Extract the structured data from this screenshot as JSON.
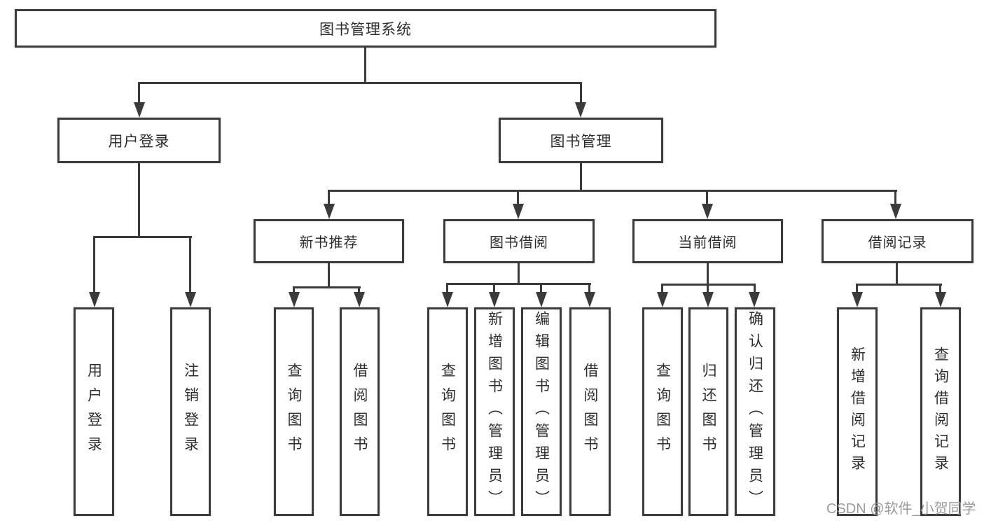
{
  "tree": {
    "label": "图书管理系统",
    "children": [
      {
        "label": "用户登录",
        "children": [
          {
            "label": "用户登录"
          },
          {
            "label": "注销登录"
          }
        ]
      },
      {
        "label": "图书管理",
        "children": [
          {
            "label": "新书推荐",
            "children": [
              {
                "label": "查询图书"
              },
              {
                "label": "借阅图书"
              }
            ]
          },
          {
            "label": "图书借阅",
            "children": [
              {
                "label": "查询图书"
              },
              {
                "label": "新增图书（管理员）"
              },
              {
                "label": "编辑图书（管理员）"
              },
              {
                "label": "借阅图书"
              }
            ]
          },
          {
            "label": "当前借阅",
            "children": [
              {
                "label": "查询图书"
              },
              {
                "label": "归还图书"
              },
              {
                "label": "确认归还（管理员）"
              }
            ]
          },
          {
            "label": "借阅记录",
            "children": [
              {
                "label": "新增借阅记录"
              },
              {
                "label": "查询借阅记录"
              }
            ]
          }
        ]
      }
    ]
  },
  "watermark": "CSDN @软件_小贺同学",
  "colors": {
    "line": "#3b3b3b",
    "text": "#2e2e2e",
    "watermark": "#9b9b9b",
    "background": "#ffffff"
  }
}
